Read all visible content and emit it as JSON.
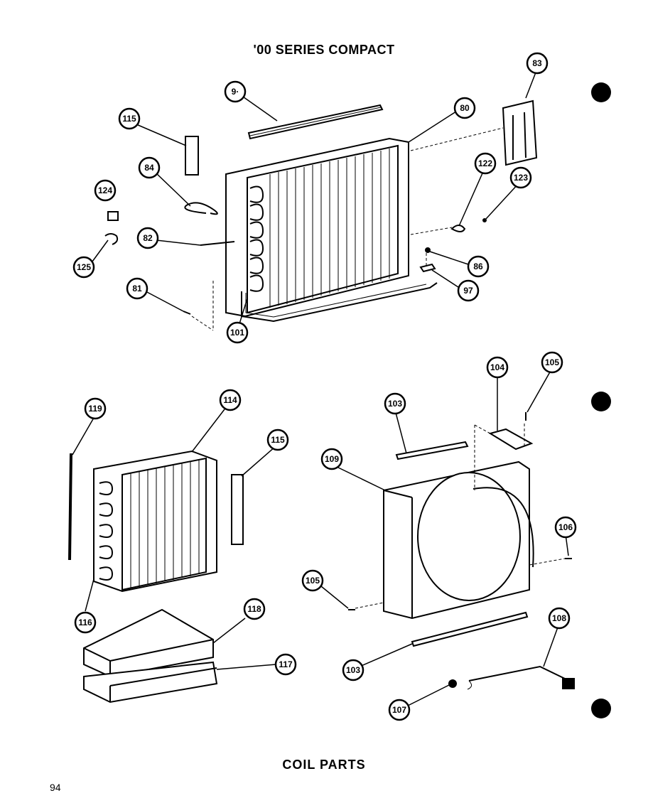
{
  "header": {
    "title": "'00 SERIES COMPACT"
  },
  "footer": {
    "section_title": "COIL PARTS",
    "page_number": "94"
  },
  "callouts": {
    "c90": "9·",
    "c80": "80",
    "c83": "83",
    "c115a": "115",
    "c84": "84",
    "c124": "124",
    "c122": "122",
    "c123": "123",
    "c82": "82",
    "c125": "125",
    "c86": "86",
    "c97": "97",
    "c81": "81",
    "c101": "101",
    "c119": "119",
    "c114": "114",
    "c115b": "115",
    "c116": "116",
    "c118": "118",
    "c117": "117",
    "c103a": "103",
    "c104": "104",
    "c105a": "105",
    "c109": "109",
    "c106": "106",
    "c105b": "105",
    "c103b": "103",
    "c108": "108",
    "c107": "107"
  },
  "colors": {
    "ink": "#000000",
    "paper": "#ffffff"
  }
}
